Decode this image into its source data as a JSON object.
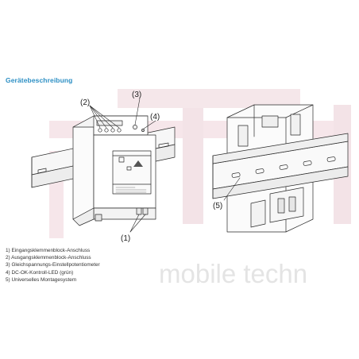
{
  "heading": "Gerätebeschreibung",
  "callouts": {
    "c1": "(1)",
    "c2": "(2)",
    "c3": "(3)",
    "c4": "(4)",
    "c5": "(5)"
  },
  "legend": [
    "1) Eingangsklemmenblock-Anschluss",
    "2) Ausgangsklemmenblock-Anschluss",
    "3) Gleichspannungs-Einstellpotentiometer",
    "4) DC-OK-Kontroll-LED (grün)",
    "5) Universelles Montagesystem"
  ],
  "watermark_text": "mobile techn",
  "colors": {
    "heading": "#2c8fc4",
    "watermark": "#e4e4e4",
    "watermark_pink": "#f2dde3",
    "line_art": "#2a2a2a"
  }
}
